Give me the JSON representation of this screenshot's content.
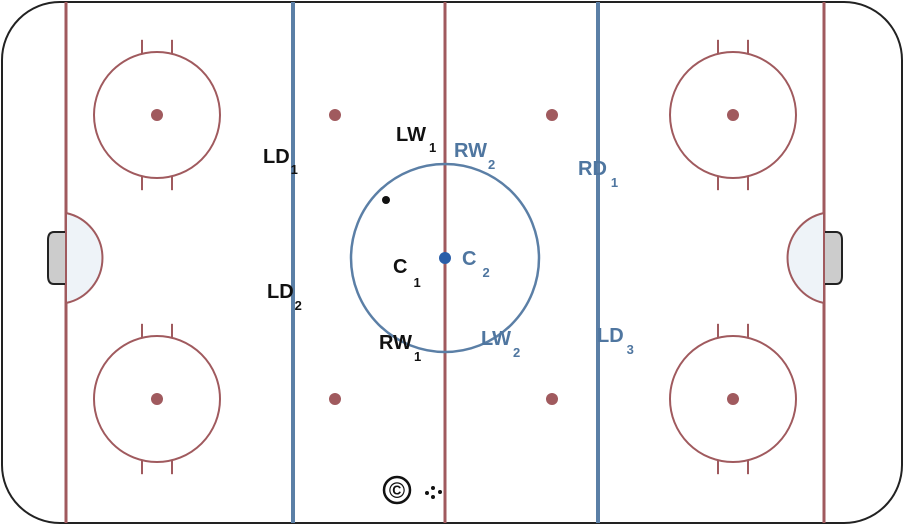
{
  "rink": {
    "board_color": "#222222",
    "red_line_color": "#a05a5e",
    "blue_line_color": "#5b7fa6",
    "crease_fill": "#eef3f8",
    "net_fill": "#cccccc"
  },
  "teams": {
    "team1": {
      "color": "#111111"
    },
    "team2": {
      "color": "#4f76a0"
    }
  },
  "players": [
    {
      "team": "team1",
      "pos": "LD",
      "num": "1"
    },
    {
      "team": "team1",
      "pos": "LW",
      "num": "1"
    },
    {
      "team": "team1",
      "pos": "C",
      "num": "1"
    },
    {
      "team": "team1",
      "pos": "LD",
      "num": "2"
    },
    {
      "team": "team1",
      "pos": "RW",
      "num": "1"
    },
    {
      "team": "team2",
      "pos": "RW",
      "num": "2"
    },
    {
      "team": "team2",
      "pos": "RD",
      "num": "1"
    },
    {
      "team": "team2",
      "pos": "C",
      "num": "2"
    },
    {
      "team": "team2",
      "pos": "LW",
      "num": "2"
    },
    {
      "team": "team2",
      "pos": "LD",
      "num": "3"
    }
  ],
  "copyright": {
    "symbol": "©"
  },
  "icons": {
    "puck": "puck-icon",
    "pucks": "puck-group-icon"
  }
}
